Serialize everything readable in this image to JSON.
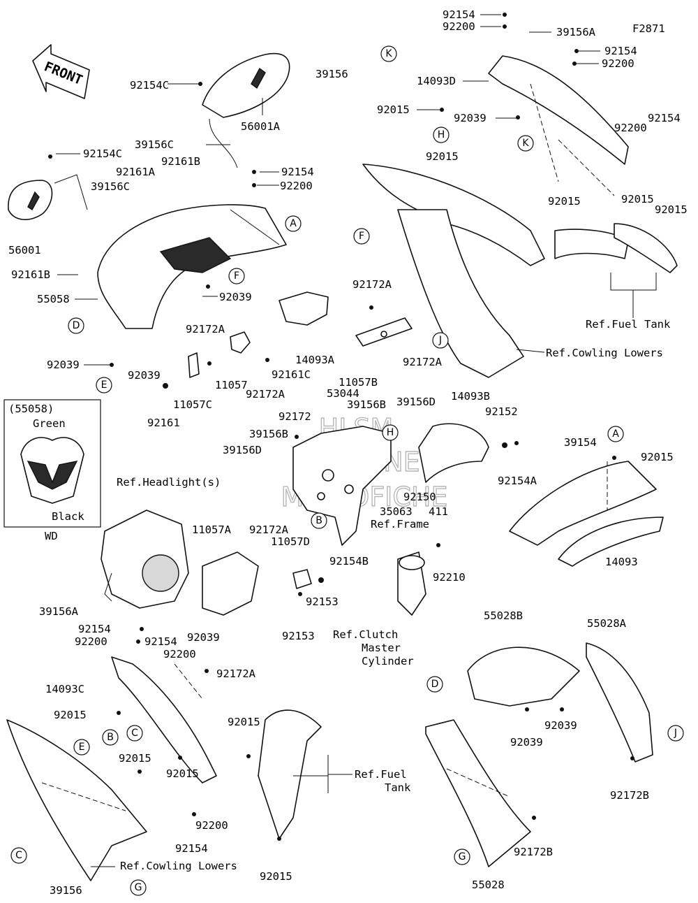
{
  "figure_code": "F2871",
  "front_arrow": "FRONT",
  "watermark": [
    "HLSM",
    "GENUINE",
    "MICROFICHE"
  ],
  "inset": {
    "part_ref": "(55058)",
    "top_label": "Green",
    "bottom_label": "Black",
    "caption": "WD"
  },
  "callouts": [
    "A",
    "B",
    "C",
    "D",
    "E",
    "F",
    "G",
    "H",
    "J",
    "K"
  ],
  "labels": {
    "p92154_top": "92154",
    "p92200_top": "92200",
    "p39156A_top": "39156A",
    "p92154_r1": "92154",
    "p92200_r1": "92200",
    "p14093D": "14093D",
    "p92015_h": "92015",
    "p92039_top": "92039",
    "p92154_r2": "92154",
    "p92200_r2": "92200",
    "p92015_r1": "92015",
    "p92015_r2": "92015",
    "p92015_r3": "92015",
    "p92015_r4": "92015",
    "ref_fuel_tank_top": "Ref.Fuel Tank",
    "ref_cowling_lowers_top": "Ref.Cowling Lowers",
    "p39156": "39156",
    "p92154C_a": "92154C",
    "p56001A": "56001A",
    "p39156C_a": "39156C",
    "p92154C_b": "92154C",
    "p92161A": "92161A",
    "p92161B_a": "92161B",
    "p39156C_b": "39156C",
    "p92154_m": "92154",
    "p92200_m": "92200",
    "p56001": "56001",
    "p92161B_b": "92161B",
    "p55058": "55058",
    "p92039_m": "92039",
    "p92172A_a": "92172A",
    "p92172A_b": "92172A",
    "p92172A_c": "92172A",
    "p92039_d": "92039",
    "p92039_e": "92039",
    "p11057C": "11057C",
    "p11057": "11057",
    "p92172A_d": "92172A",
    "p92161C": "92161C",
    "p14093A": "14093A",
    "p11057B": "11057B",
    "p92161": "92161",
    "p53044": "53044",
    "p39156B_a": "39156B",
    "p39156D_a": "39156D",
    "p14093B": "14093B",
    "p92172": "92172",
    "p92152": "92152",
    "p39156B_b": "39156B",
    "p39156D_b": "39156D",
    "p92154A": "92154A",
    "p92150": "92150",
    "p35063": "35063",
    "p411": "411",
    "ref_frame": "Ref.Frame",
    "ref_headlight": "Ref.Headlight(s)",
    "p11057A": "11057A",
    "p92172A_e": "92172A",
    "p11057D": "11057D",
    "p92154B": "92154B",
    "p92210": "92210",
    "p92153_a": "92153",
    "p92153_b": "92153",
    "ref_clutch_1": "Ref.Clutch",
    "ref_clutch_2": "Master",
    "ref_clutch_3": "Cylinder",
    "p39154": "39154",
    "p92015_a": "92015",
    "p14093": "14093",
    "p39156A_b": "39156A",
    "p92154_l": "92154",
    "p92200_l": "92200",
    "p92154_l2": "92154",
    "p92200_l2": "92200",
    "p92039_l": "92039",
    "p92172A_f": "92172A",
    "p14093C": "14093C",
    "p92015_l1": "92015",
    "p92015_l2": "92015",
    "p92015_l3": "92015",
    "p92015_l4": "92015",
    "p92015_l5": "92015",
    "p92200_b": "92200",
    "p92154_b": "92154",
    "ref_fuel_tank_bot_1": "Ref.Fuel",
    "ref_fuel_tank_bot_2": "Tank",
    "ref_cowling_lowers_bot": "Ref.Cowling Lowers",
    "p39156_b": "39156",
    "p55028B": "55028B",
    "p55028A": "55028A",
    "p92039_r": "92039",
    "p92039_r2": "92039",
    "p92172B_a": "92172B",
    "p92172B_b": "92172B",
    "p55028": "55028"
  }
}
